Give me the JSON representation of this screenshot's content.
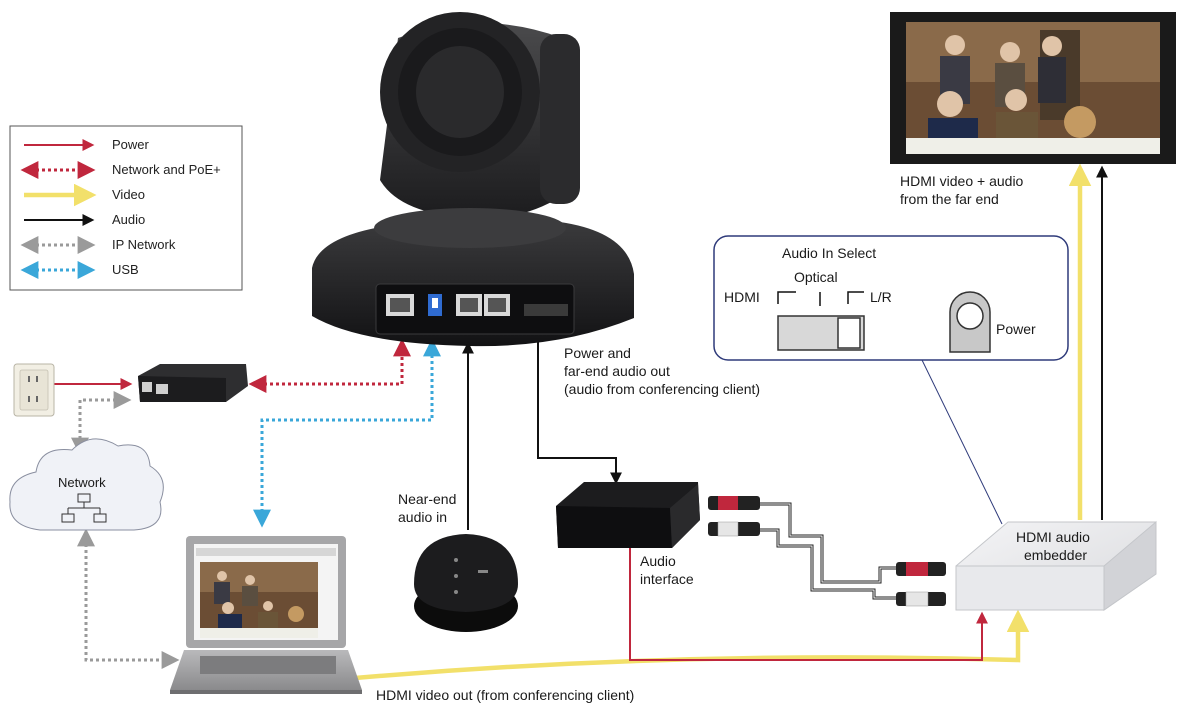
{
  "legend": {
    "items": [
      {
        "label": "Power",
        "color": "#c0273d",
        "style": "solid",
        "heads": "end"
      },
      {
        "label": "Network and PoE+",
        "color": "#c0273d",
        "style": "dotted",
        "heads": "both"
      },
      {
        "label": "Video",
        "color": "#f2e06a",
        "style": "solid",
        "heads": "end"
      },
      {
        "label": "Audio",
        "color": "#111111",
        "style": "solid",
        "heads": "end"
      },
      {
        "label": "IP Network",
        "color": "#9a9a9a",
        "style": "dotted",
        "heads": "both"
      },
      {
        "label": "USB",
        "color": "#3aa7d9",
        "style": "dotted",
        "heads": "both"
      }
    ]
  },
  "labels": {
    "hdmi_far_end_1": "HDMI video + audio",
    "hdmi_far_end_2": "from the far end",
    "power_far_end_1": "Power and",
    "power_far_end_2": "far-end audio out",
    "power_far_end_3": "(audio from conferencing client)",
    "near_end_1": "Near-end",
    "near_end_2": "audio in",
    "audio_interface_1": "Audio",
    "audio_interface_2": "interface",
    "embedder_1": "HDMI audio",
    "embedder_2": "embedder",
    "network": "Network",
    "hdmi_video_out": "HDMI video out (from conferencing client)"
  },
  "selector_panel": {
    "title": "Audio In Select",
    "optical": "Optical",
    "hdmi": "HDMI",
    "lr": "L/R",
    "power": "Power"
  },
  "colors": {
    "power": "#c0273d",
    "video": "#f2e06a",
    "audio": "#111111",
    "ip": "#9a9a9a",
    "usb": "#3aa7d9",
    "panel_border": "#2e3a7a"
  }
}
